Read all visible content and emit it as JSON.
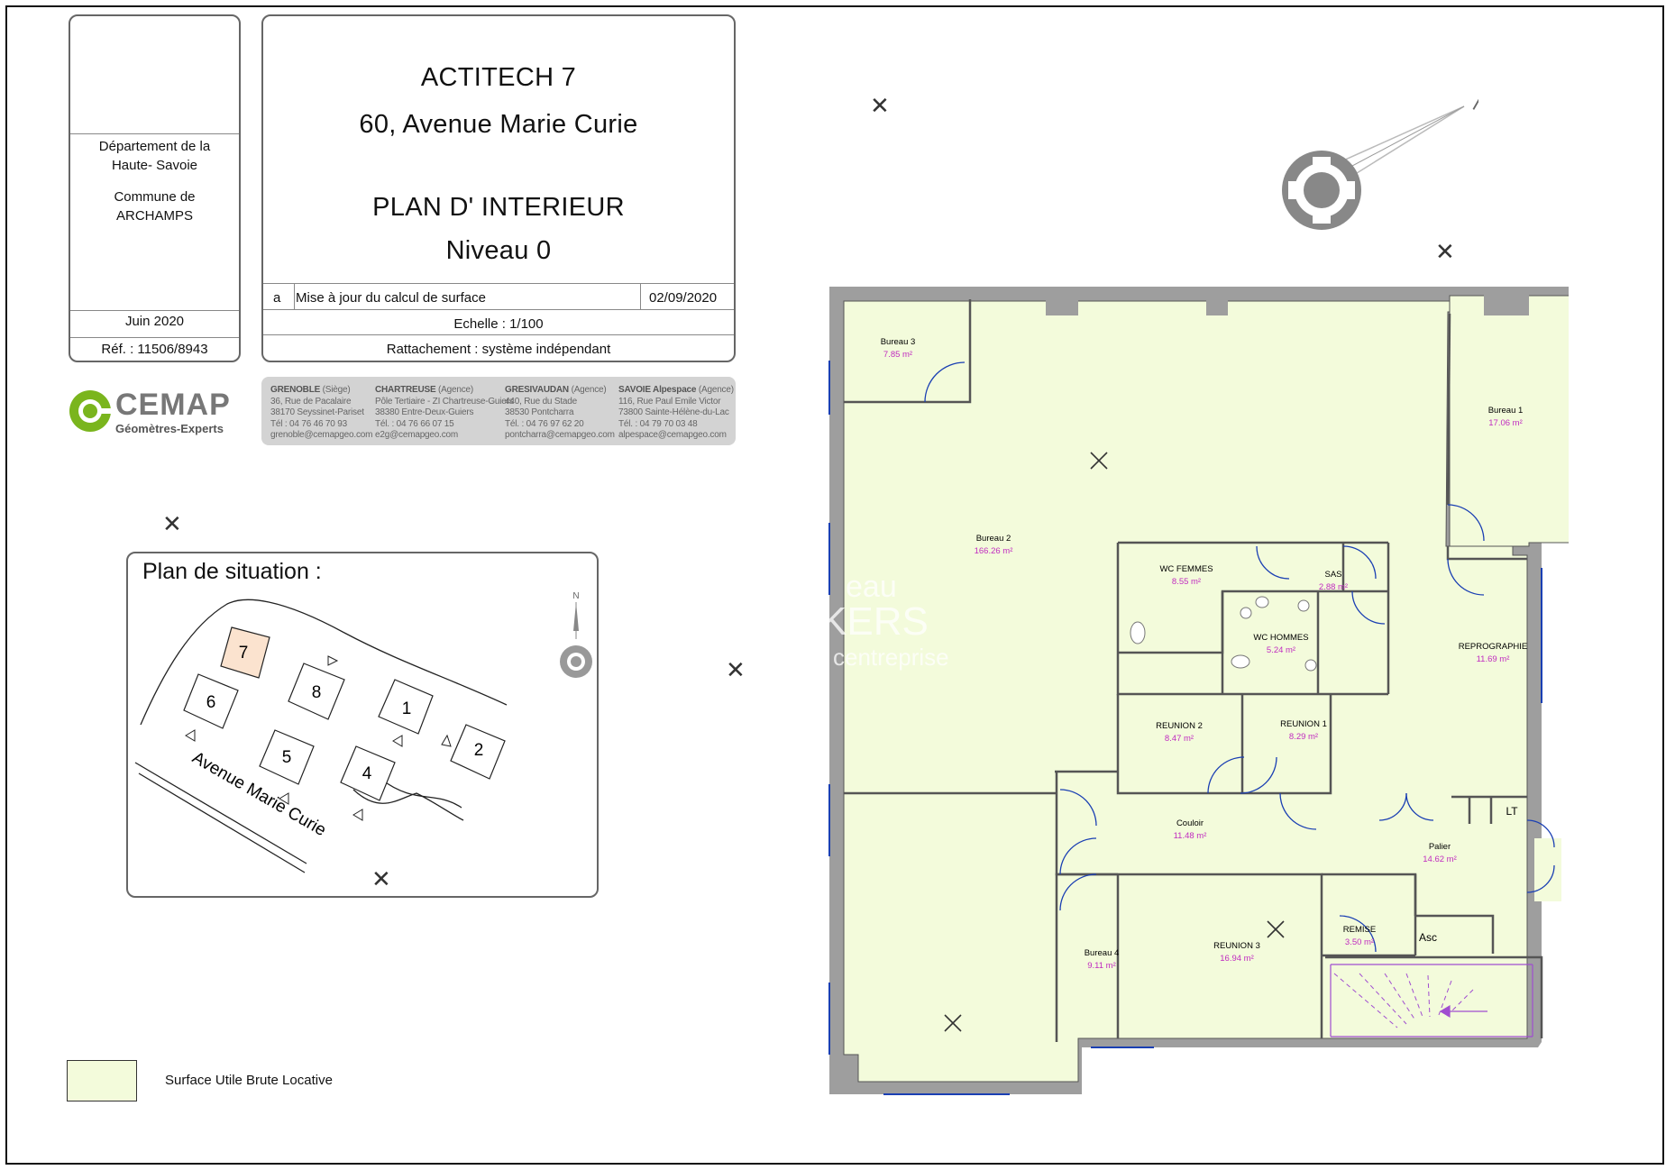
{
  "title_block": {
    "dept_line1": "Département de la",
    "dept_line2": "Haute- Savoie",
    "commune_line1": "Commune de",
    "commune_line2": "ARCHAMPS",
    "date": "Juin 2020",
    "ref": "Réf. : 11506/8943",
    "building": "ACTITECH 7",
    "address": "60, Avenue Marie Curie",
    "plan_title": "PLAN D' INTERIEUR",
    "level": "Niveau 0",
    "revision_index": "a",
    "revision_text": "Mise à jour du calcul de surface",
    "revision_date": "02/09/2020",
    "scale": "Echelle : 1/100",
    "attachment": "Rattachement : système indépendant"
  },
  "company": {
    "name": "CEMAP",
    "tagline": "Géomètres-Experts",
    "brand_color": "#7ab51d",
    "agencies": [
      {
        "name": "GRENOBLE",
        "kind": "(Siège)",
        "l1": "36, Rue de Pacalaire",
        "l2": "38170 Seyssinet-Pariset",
        "l3": "Tél : 04 76 46 70 93",
        "l4": "grenoble@cemapgeo.com"
      },
      {
        "name": "CHARTREUSE",
        "kind": "(Agence)",
        "l1": "Pôle Tertiaire - ZI Chartreuse-Guiers",
        "l2": "38380 Entre-Deux-Guiers",
        "l3": "Tél. : 04 76 66 07 15",
        "l4": "e2g@cemapgeo.com"
      },
      {
        "name": "GRESIVAUDAN",
        "kind": "(Agence)",
        "l1": "440, Rue du Stade",
        "l2": "38530 Pontcharra",
        "l3": "Tél. : 04 76 97 62 20",
        "l4": "pontcharra@cemapgeo.com"
      },
      {
        "name": "SAVOIE Alpespace",
        "kind": "(Agence)",
        "l1": "116, Rue Paul Emile Victor",
        "l2": "73800 Sainte-Hélène-du-Lac",
        "l3": "Tél. : 04 79 70 03 48",
        "l4": "alpespace@cemapgeo.com"
      }
    ]
  },
  "situation": {
    "title": "Plan de situation :",
    "north": "N",
    "street": "Avenue Marie Curie",
    "highlight_color": "#fbe3cf",
    "buildings": [
      "1",
      "2",
      "4",
      "5",
      "6",
      "7",
      "8"
    ]
  },
  "plan": {
    "north": "N",
    "floor_color": "#f3fbdb",
    "area_color": "#c02cc0",
    "rooms": [
      {
        "name": "Bureau 3",
        "area": "7.85 m²"
      },
      {
        "name": "Bureau 2",
        "area": "166.26 m²"
      },
      {
        "name": "Bureau 1",
        "area": "17.06 m²"
      },
      {
        "name": "WC FEMMES",
        "area": "8.55 m²"
      },
      {
        "name": "SAS",
        "area": "2.88 m²"
      },
      {
        "name": "WC HOMMES",
        "area": "5.24 m²"
      },
      {
        "name": "REPROGRAPHIE",
        "area": "11.69 m²"
      },
      {
        "name": "REUNION 2",
        "area": "8.47 m²"
      },
      {
        "name": "REUNION 1",
        "area": "8.29 m²"
      },
      {
        "name": "Couloir",
        "area": "11.48 m²"
      },
      {
        "name": "Palier",
        "area": "14.62 m²"
      },
      {
        "name": "Bureau 4",
        "area": "9.11 m²"
      },
      {
        "name": "REUNION 3",
        "area": "16.94 m²"
      },
      {
        "name": "REMISE",
        "area": "3.50 m²"
      }
    ],
    "lift": "Asc",
    "lt": "LT",
    "watermark": {
      "l1": "eau",
      "l2": "KERS",
      "l3": "centreprise"
    }
  },
  "legend": {
    "label": "Surface Utile Brute Locative",
    "color": "#f3fbdb"
  }
}
